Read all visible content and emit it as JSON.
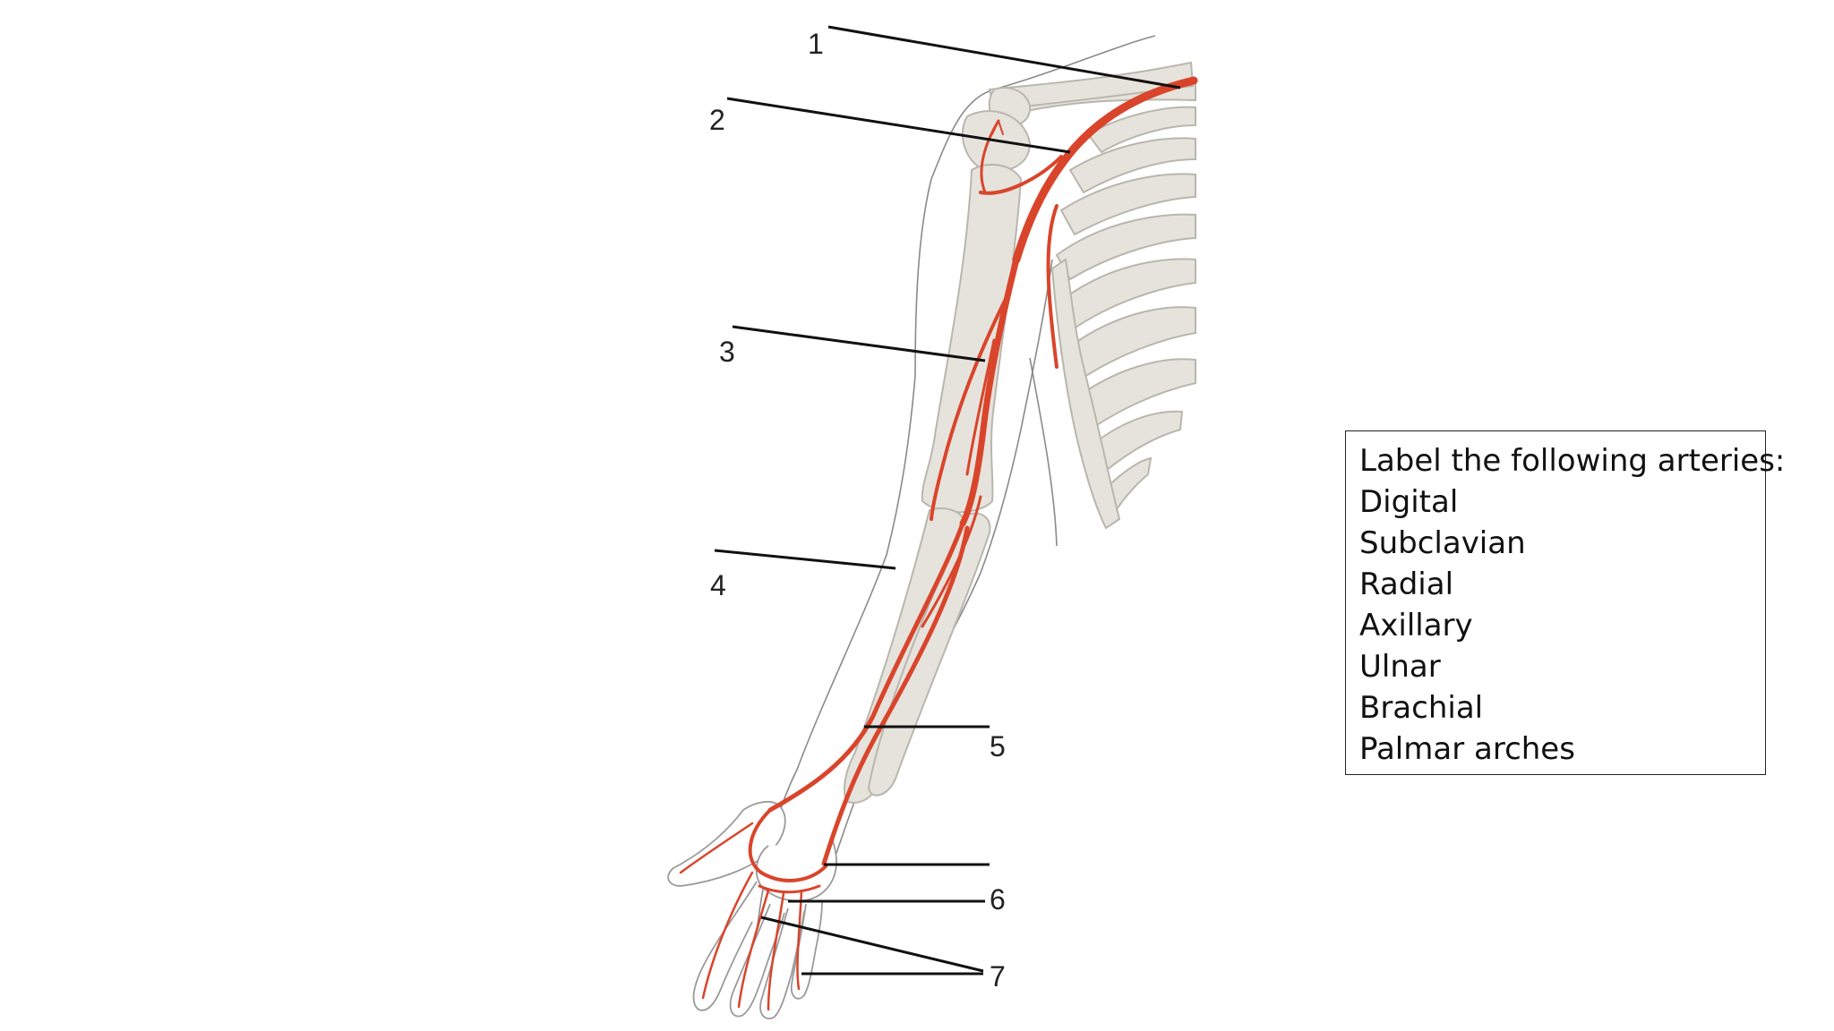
{
  "diagram": {
    "labels": [
      "1",
      "2",
      "3",
      "4",
      "5",
      "6",
      "7"
    ],
    "colors": {
      "artery": "#d9452b",
      "bone": "#e6e3dc",
      "bone_outline": "#b9b6ae",
      "skin_outline": "#8a8a8a",
      "leader": "#111111"
    }
  },
  "instruction_box": {
    "heading": "Label the following arteries:",
    "items": [
      "Digital",
      "Subclavian",
      "Radial",
      "Axillary",
      "Ulnar",
      "Brachial",
      "Palmar arches"
    ]
  }
}
